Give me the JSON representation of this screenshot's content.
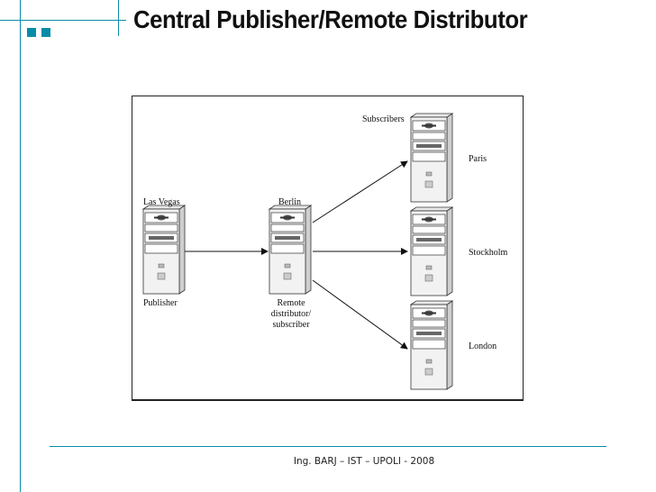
{
  "slide": {
    "title": "Central Publisher/Remote Distributor",
    "footer": "Ing. BARJ – IST – UPOLI - 2008",
    "accent_color": "#0a8ca8"
  },
  "diagram": {
    "nodes": {
      "publisher": {
        "name": "Las Vegas",
        "role": "Publisher"
      },
      "distributor": {
        "name": "Berlin",
        "role_lines": [
          "Remote",
          "distributor/",
          "subscriber"
        ]
      },
      "subscribers_header": "Subscribers",
      "subscriber_1": {
        "name": "Paris"
      },
      "subscriber_2": {
        "name": "Stockholm"
      },
      "subscriber_3": {
        "name": "London"
      }
    },
    "icon": "server-tower-icon"
  }
}
